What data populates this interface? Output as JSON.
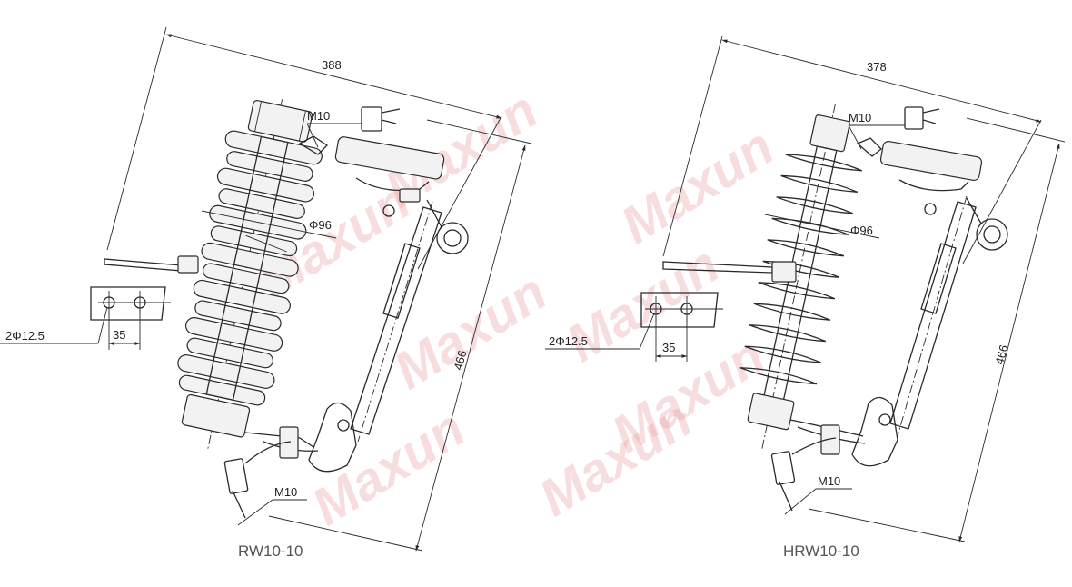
{
  "watermark": "Maxun",
  "accent_color": "#e9a0a0",
  "left_drawing": {
    "caption": "RW10-10",
    "overall_width_label": "388",
    "overall_height_label": "466",
    "top_bolt_label": "M10",
    "insulator_diameter_label": "Φ96",
    "holes_label": "2Φ12.5",
    "hole_spacing_label": "35",
    "bottom_bolt_label": "M10"
  },
  "right_drawing": {
    "caption": "HRW10-10",
    "overall_width_label": "378",
    "overall_height_label": "466",
    "top_bolt_label": "M10",
    "insulator_diameter_label": "Φ96",
    "holes_label": "2Φ12.5",
    "hole_spacing_label": "35",
    "bottom_bolt_label": "M10"
  }
}
